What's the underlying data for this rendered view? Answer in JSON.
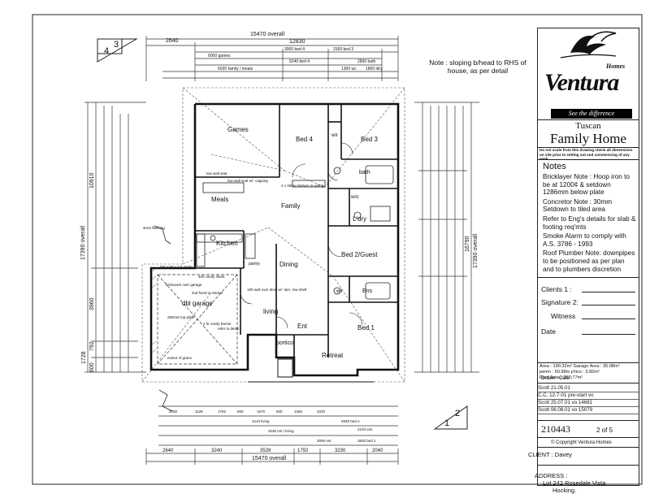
{
  "title_block": {
    "brand": "Ventura",
    "brand_sub": "Homes",
    "tagline": "See the difference",
    "style_line1": "Tuscan",
    "style_line2": "Family Home",
    "disclaimer": "Do not scale from this drawing check all dimensions on site prior to setting out and commencing of any work",
    "notes_title": "Notes",
    "notes": [
      "Bricklayer Note : Hoop iron to be at 1200¢ & setdown 1286mm below plate",
      "Concretor Note : 30mm Setdown to tiled area",
      "Refer to Eng's details for slab & footing req'mts",
      "Smoke Alarm to comply with A.S. 3786 - 1993",
      "Roof Plumber Note: downpipes to be positioned as per plan and to plumbers discretion"
    ],
    "sign": {
      "clients": "Clients 1 :",
      "signature": "Signature 2:",
      "witness": "Witness",
      "date": "Date"
    },
    "areas": [
      "Area : 190.32m²  Garage Area : 35.08m²",
      "perim : 59.98m  p'tico : 3.82m²",
      "Roof Area : 250.77m²"
    ],
    "rev_header": "Drawn :  Date :",
    "revisions": [
      "Scott    21.05.01",
      "C.C.     12-7-01 pre-start vo",
      "Scott    25.07.01 vo 14681",
      "Scott    06.08.01 vo 15079"
    ],
    "job_no": "210443",
    "sheet": "2 of 5",
    "copyright": "© Copyright Ventura Homes",
    "client": "CLIENT : Davey",
    "address": [
      "ADDRESS :",
      "Lot 242 Rosedale Vista",
      "Hocking."
    ]
  },
  "top_note": "Note : sloping b/head to RHS of house, as per detail",
  "section_markers": {
    "top_a": "4",
    "top_b": "3",
    "bottom_a": "1",
    "bottom_b": "2"
  },
  "rooms": {
    "games": "Games",
    "bed4": "Bed 4",
    "bed3": "Bed 3",
    "bath": "bath",
    "meals": "Meals",
    "family": "Family",
    "wc": "w/c",
    "ldry": "L'dry",
    "kitchen": "Kitchen",
    "pantry": "pantry",
    "dining": "Dining",
    "bed2": "Bed 2/Guest",
    "ens": "Ens",
    "wir": "wir",
    "garage": "dbl garage",
    "living": "living",
    "ent": "Ent",
    "bed1": "Bed 1",
    "portico": "portico",
    "retreat": "Retreat"
  },
  "dimensions": {
    "overall_top": "15470  overall",
    "top_2640": "2640",
    "top_12830": "12830",
    "bottom_overall": "15470  overall",
    "bottom_row": [
      "2640",
      "3240",
      "3528",
      "1792",
      "3230",
      "2040"
    ],
    "left_overall": "17390  overall",
    "left_10910": "10910",
    "left_3960": "3960",
    "left_1728": "1728",
    "left_792": "792",
    "left_600": "600",
    "right_overall": "17390  overall",
    "right_16790": "16790",
    "top_rows": [
      "6000 games",
      "3000 bed 4",
      "3160 bed 3",
      "5240 bed 4",
      "2890 bath",
      "6030 family / meals",
      "1300 wc",
      "1860 ldry"
    ],
    "bottom_rows": [
      "2030",
      "1128",
      "1792",
      "600",
      "1570",
      "600",
      "1260",
      "2220",
      "4210 living",
      "3230 ent / living",
      "5930 bed 2",
      "2140 ens",
      "3000 ent",
      "3630 bed 1"
    ]
  },
  "annotations": [
    "brickwork over garage",
    "low wall seat",
    "low wall seat w/- capping",
    "4 x 450w shelves in wiring",
    "store flashing",
    "100 x 65 x 2.0 angle",
    "400 cavity sheet",
    "250x18 top plate",
    "extent of grano",
    "refer to detail",
    "2nd fixed to interior",
    "180 wall over desk w/- lam. mw shelf",
    "2 hr cavity barrier"
  ]
}
